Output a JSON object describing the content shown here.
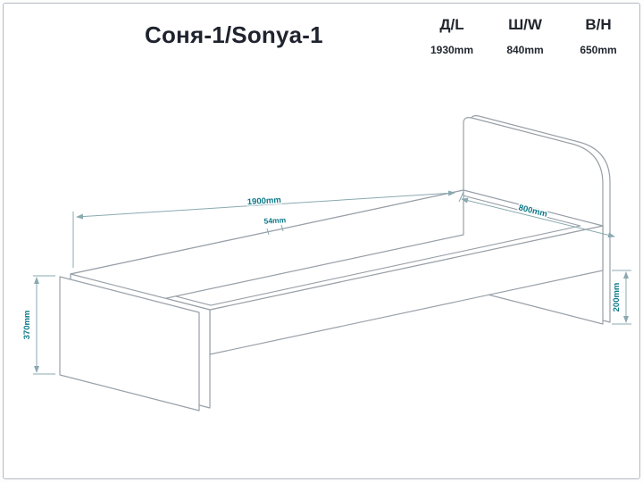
{
  "page": {
    "title": "Соня-1/Sonya-1"
  },
  "specs": [
    {
      "label": "Д/L",
      "value": "1930mm"
    },
    {
      "label": "Ш/W",
      "value": "840mm"
    },
    {
      "label": "В/H",
      "value": "650mm"
    }
  ],
  "diagram": {
    "subject": "single bed isometric technical drawing",
    "dims": {
      "length": "1900mm",
      "width": "800mm",
      "rail_thickness": "54mm",
      "footboard_height": "370mm",
      "underbed_clearance": "200mm"
    }
  },
  "colors": {
    "accent_teal": "#0d7a8a",
    "drawing_line": "#98a0a8",
    "dimension_line": "#8aa9b0",
    "title_text": "#1e232e"
  }
}
